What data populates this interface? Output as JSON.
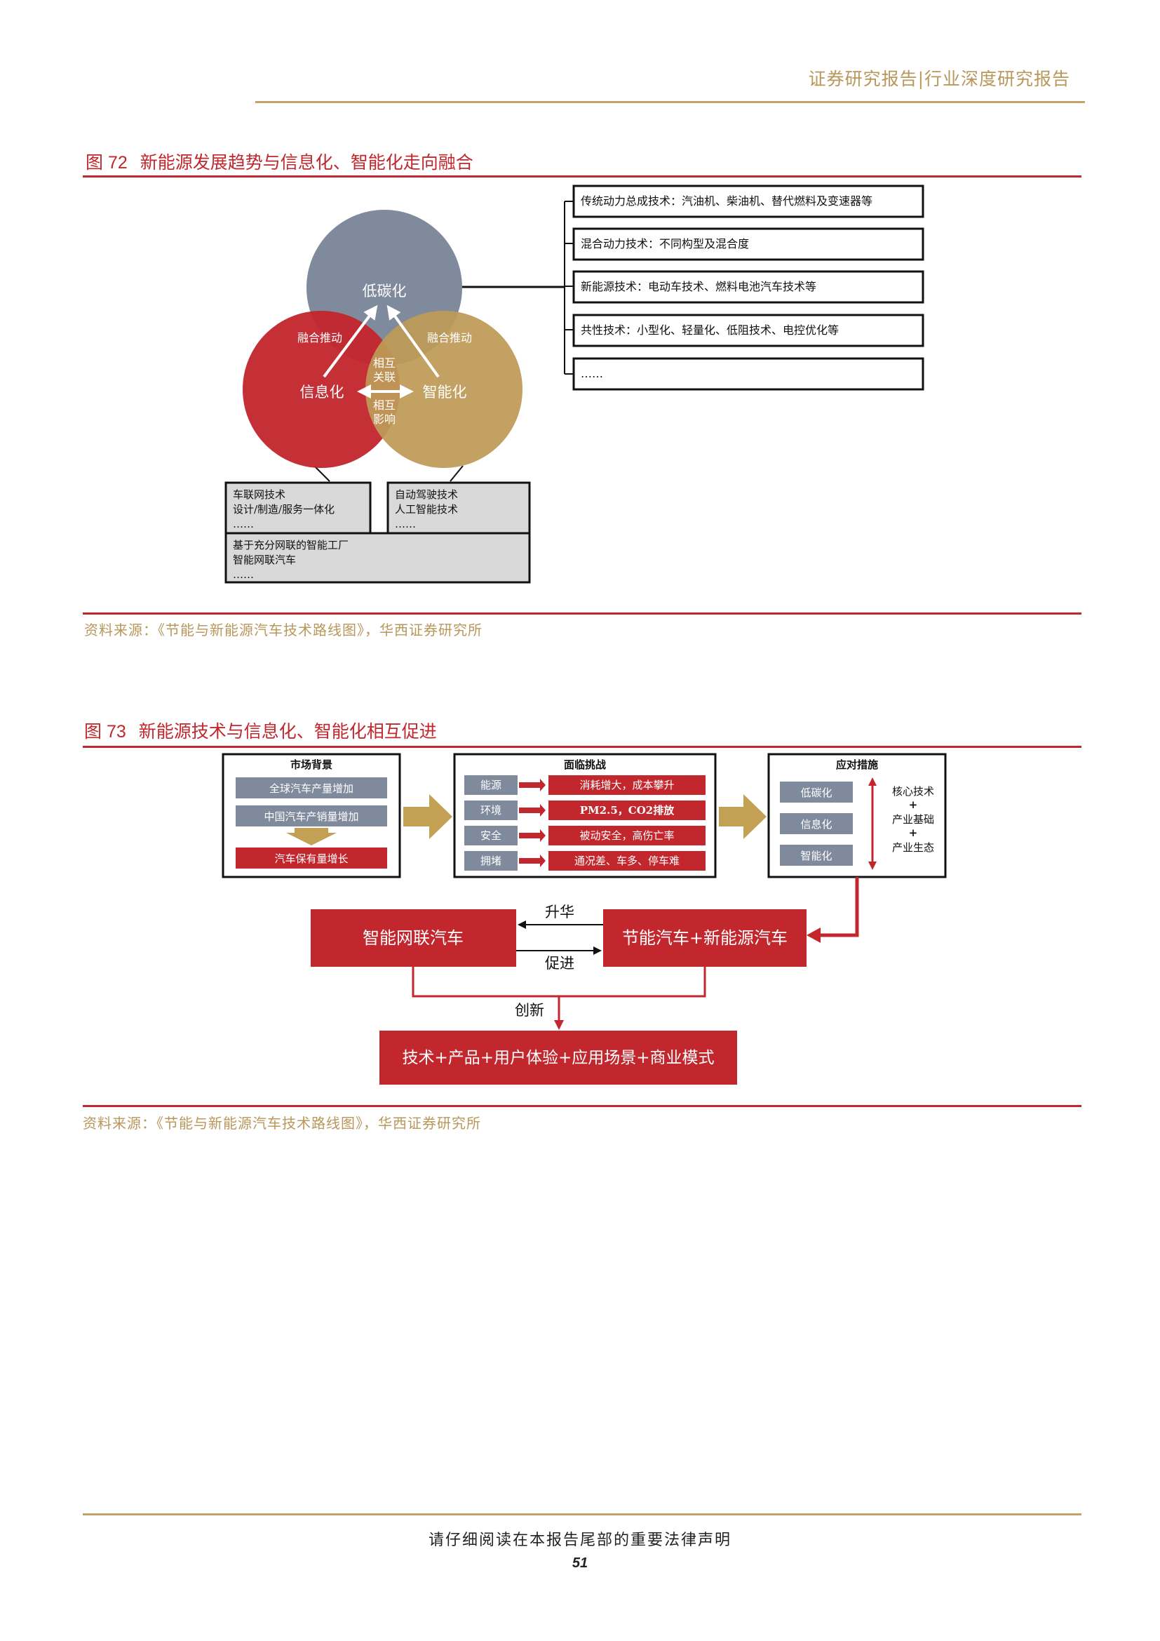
{
  "header": {
    "title": "证券研究报告|行业深度研究报告"
  },
  "fig72": {
    "number": "图 72",
    "title": "新能源发展趋势与信息化、智能化走向融合",
    "venn": {
      "top": "低碳化",
      "left": "信息化",
      "right": "智能化",
      "left_push": "融合推动",
      "right_push": "融合推动",
      "related": [
        "相互",
        "关联"
      ],
      "influence": [
        "相互",
        "影响"
      ]
    },
    "right_boxes": [
      "传统动力总成技术：汽油机、柴油机、替代燃料及变速器等",
      "混合动力技术：不同构型及混合度",
      "新能源技术：电动车技术、燃料电池汽车技术等",
      "共性技术：小型化、轻量化、低阻技术、电控优化等",
      "……"
    ],
    "bottom_left_box": [
      "车联网技术",
      "设计/制造/服务一体化",
      "……"
    ],
    "bottom_right_box": [
      "自动驾驶技术",
      "人工智能技术",
      "……"
    ],
    "bottom_box": [
      "基于充分网联的智能工厂",
      "智能网联汽车",
      "……"
    ],
    "source": "资料来源：《节能与新能源汽车技术路线图》，华西证券研究所"
  },
  "fig73": {
    "number": "图 73",
    "title": "新能源技术与信息化、智能化相互促进",
    "market": {
      "header": "市场背景",
      "items": [
        "全球汽车产量增加",
        "中国汽车产销量增加"
      ],
      "result": "汽车保有量增长"
    },
    "challenges": {
      "header": "面临挑战",
      "rows": [
        {
          "label": "能源",
          "value": "消耗增大，成本攀升"
        },
        {
          "label": "环境",
          "value": "PM2.5，CO2排放"
        },
        {
          "label": "安全",
          "value": "被动安全，高伤亡率"
        },
        {
          "label": "拥堵",
          "value": "通况差、车多、停车难"
        }
      ]
    },
    "response": {
      "header": "应对措施",
      "items": [
        "低碳化",
        "信息化",
        "智能化"
      ],
      "pillars": [
        "核心技术",
        "+",
        "产业基础",
        "+",
        "产业生态"
      ]
    },
    "left_block": "智能网联汽车",
    "right_block": "节能汽车+新能源汽车",
    "upgrade": "升华",
    "promote": "促进",
    "innovate": "创新",
    "bottom_block": "技术+产品+用户体验+应用场景+商业模式",
    "source": "资料来源：《节能与新能源汽车技术路线图》，华西证券研究所"
  },
  "footer": {
    "note": "请仔细阅读在本报告尾部的重要法律声明",
    "page": "51"
  }
}
